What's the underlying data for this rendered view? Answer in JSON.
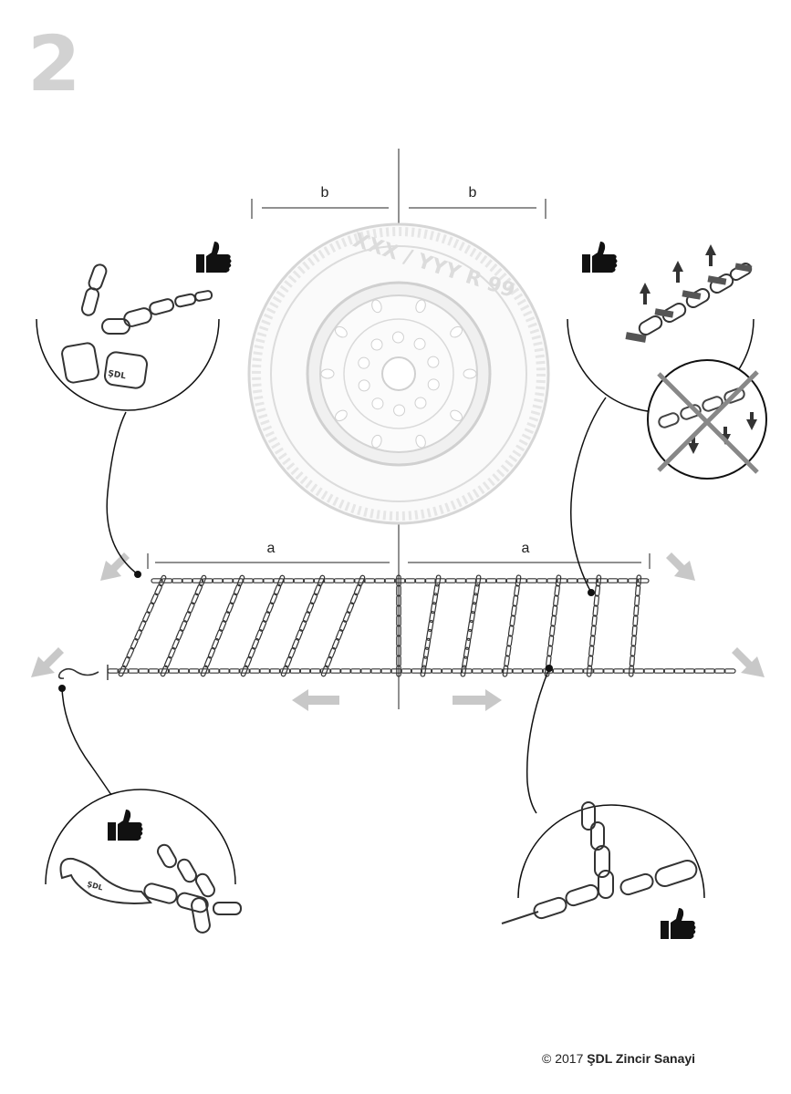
{
  "step_number": "2",
  "dimensions": {
    "b_left": "b",
    "b_right": "b",
    "a_left": "a",
    "a_right": "a"
  },
  "tire_marking": "XXX / YYY R 99",
  "brand_mark": "ŞDL",
  "copyright": {
    "symbol": "©",
    "year": "2017",
    "company": "ŞDL Zincir Sanayi"
  },
  "icons": [
    "thumbs-up-icon",
    "arrow-icon",
    "hook-icon",
    "chain-link-icon"
  ],
  "colors": {
    "line": "#222222",
    "arrow": "#c8c8c8",
    "tire": "#e4e4e4",
    "thumb": "#111111"
  }
}
